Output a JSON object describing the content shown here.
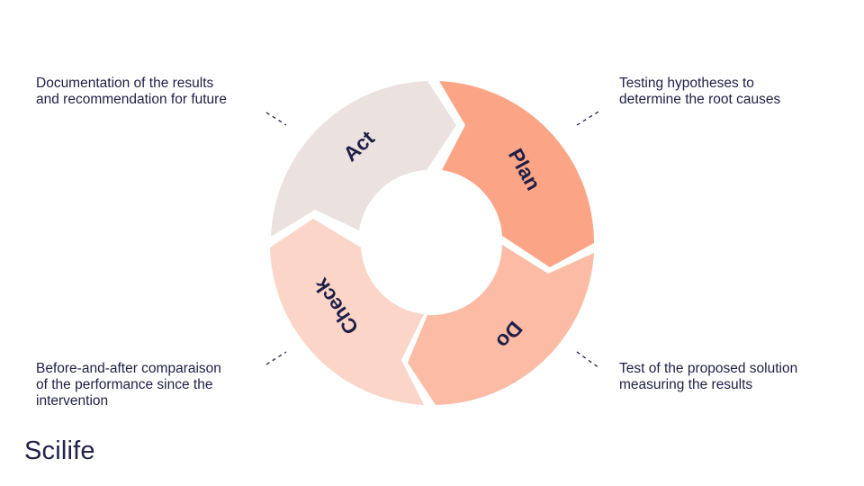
{
  "diagram": {
    "segments": [
      {
        "id": "act",
        "label": "Act",
        "color": "#ebe1de"
      },
      {
        "id": "plan",
        "label": "Plan",
        "color": "#fca586"
      },
      {
        "id": "do",
        "label": "Do",
        "color": "#fbbba4"
      },
      {
        "id": "check",
        "label": "Check",
        "color": "#fbd5c8"
      }
    ]
  },
  "descriptions": {
    "act": {
      "line1": "Documentation of the results",
      "line2": "and recommendation for future"
    },
    "plan": {
      "line1": "Testing hypotheses to",
      "line2": "determine the root causes"
    },
    "check": {
      "line1": "Before-and-after comparaison",
      "line2": "of the performance since the",
      "line3": "intervention"
    },
    "do": {
      "line1": "Test of the proposed solution",
      "line2": "measuring the results"
    }
  },
  "brand": {
    "logo_text": "Scilife"
  }
}
